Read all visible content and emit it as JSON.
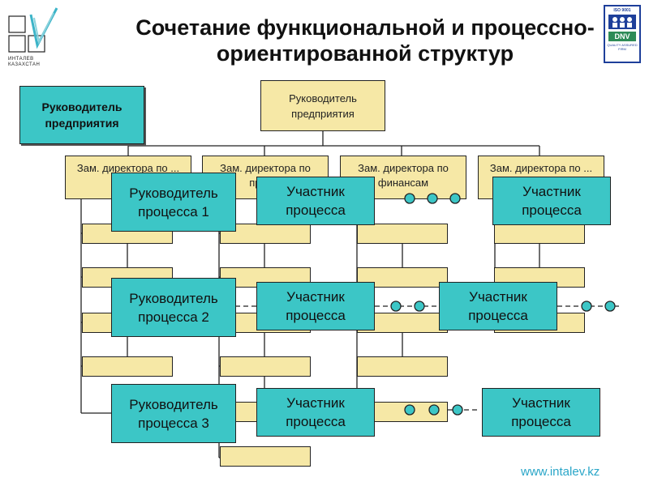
{
  "title": {
    "line1": "Сочетание функциональной и процессно-",
    "line2": "ориентированной структур"
  },
  "logo": {
    "text": "ИНТАЛЕВ КАЗАХСТАН"
  },
  "certificate": {
    "iso": "ISO 9001",
    "brand": "DNV",
    "caption": "QUALITY ASSURED FIRM"
  },
  "head_main": "Руководитель предприятия",
  "head_side": "Руководитель предприятия",
  "deputies": [
    "Зам. директора по ...",
    "Зам. директора по прои...",
    "Зам. директора по финансам",
    "Зам. директора по ..."
  ],
  "process_owners": [
    "Руководитель процесса 1",
    "Руководитель процесса 2",
    "Руководитель процесса 3"
  ],
  "participant_label": "Участник процесса",
  "footer_url": "www.intalev.kz",
  "colors": {
    "box_yellow": "#f6e8a6",
    "box_teal": "#3cc6c6",
    "url": "#2aa6c8"
  }
}
